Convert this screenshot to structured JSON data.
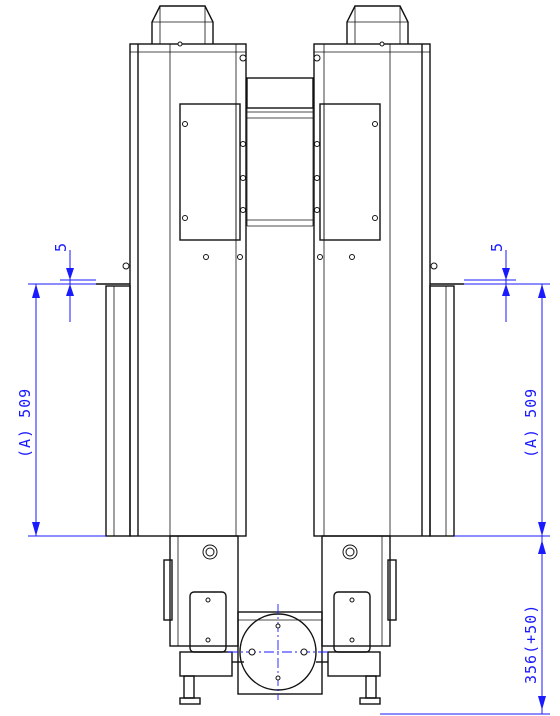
{
  "drawing": {
    "type": "engineering-drawing",
    "view": "front",
    "line_color": "#111111",
    "dimension_color": "#1a1aff"
  },
  "dimensions": {
    "left_gap": "5",
    "left_height": "(A) 509",
    "right_gap": "5",
    "right_height": "(A) 509",
    "bottom_height": "356(+50)"
  }
}
